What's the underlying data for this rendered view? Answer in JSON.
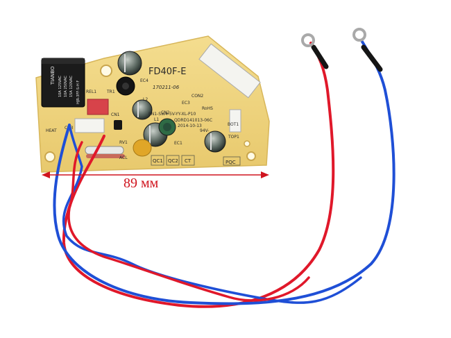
{
  "product": {
    "board_model": "FD40F-E",
    "board_date_code": "170211-06",
    "board_part_number": "EN1-SW4-5V-YY-XL-P10",
    "board_batch": "QDRD141013-06C",
    "board_date": "2014-10-13",
    "board_marking_94v": "94V-",
    "rohs_mark": "RoHS"
  },
  "relay": {
    "brand": "TIANBO",
    "model": "HJR-3FF-S-H F",
    "rating_lines": [
      "10A 125VAC",
      "10A 250VAC",
      "15A 120VAC"
    ]
  },
  "silkscreen_labels": [
    "REL1",
    "TR1",
    "CN1",
    "CN2",
    "CON2",
    "CN3",
    "EC1",
    "EC3",
    "EC4",
    "L1",
    "L2",
    "RV1",
    "ACL",
    "BOT1",
    "TOP1",
    "QC1",
    "QC2",
    "CT",
    "PQC",
    "HEAT"
  ],
  "dimension": {
    "label": "89 мм"
  },
  "colors": {
    "dimension": "#d0141e",
    "board": "#f1d782",
    "wire_red": "#e0182a",
    "wire_blue": "#1f4fd6"
  }
}
